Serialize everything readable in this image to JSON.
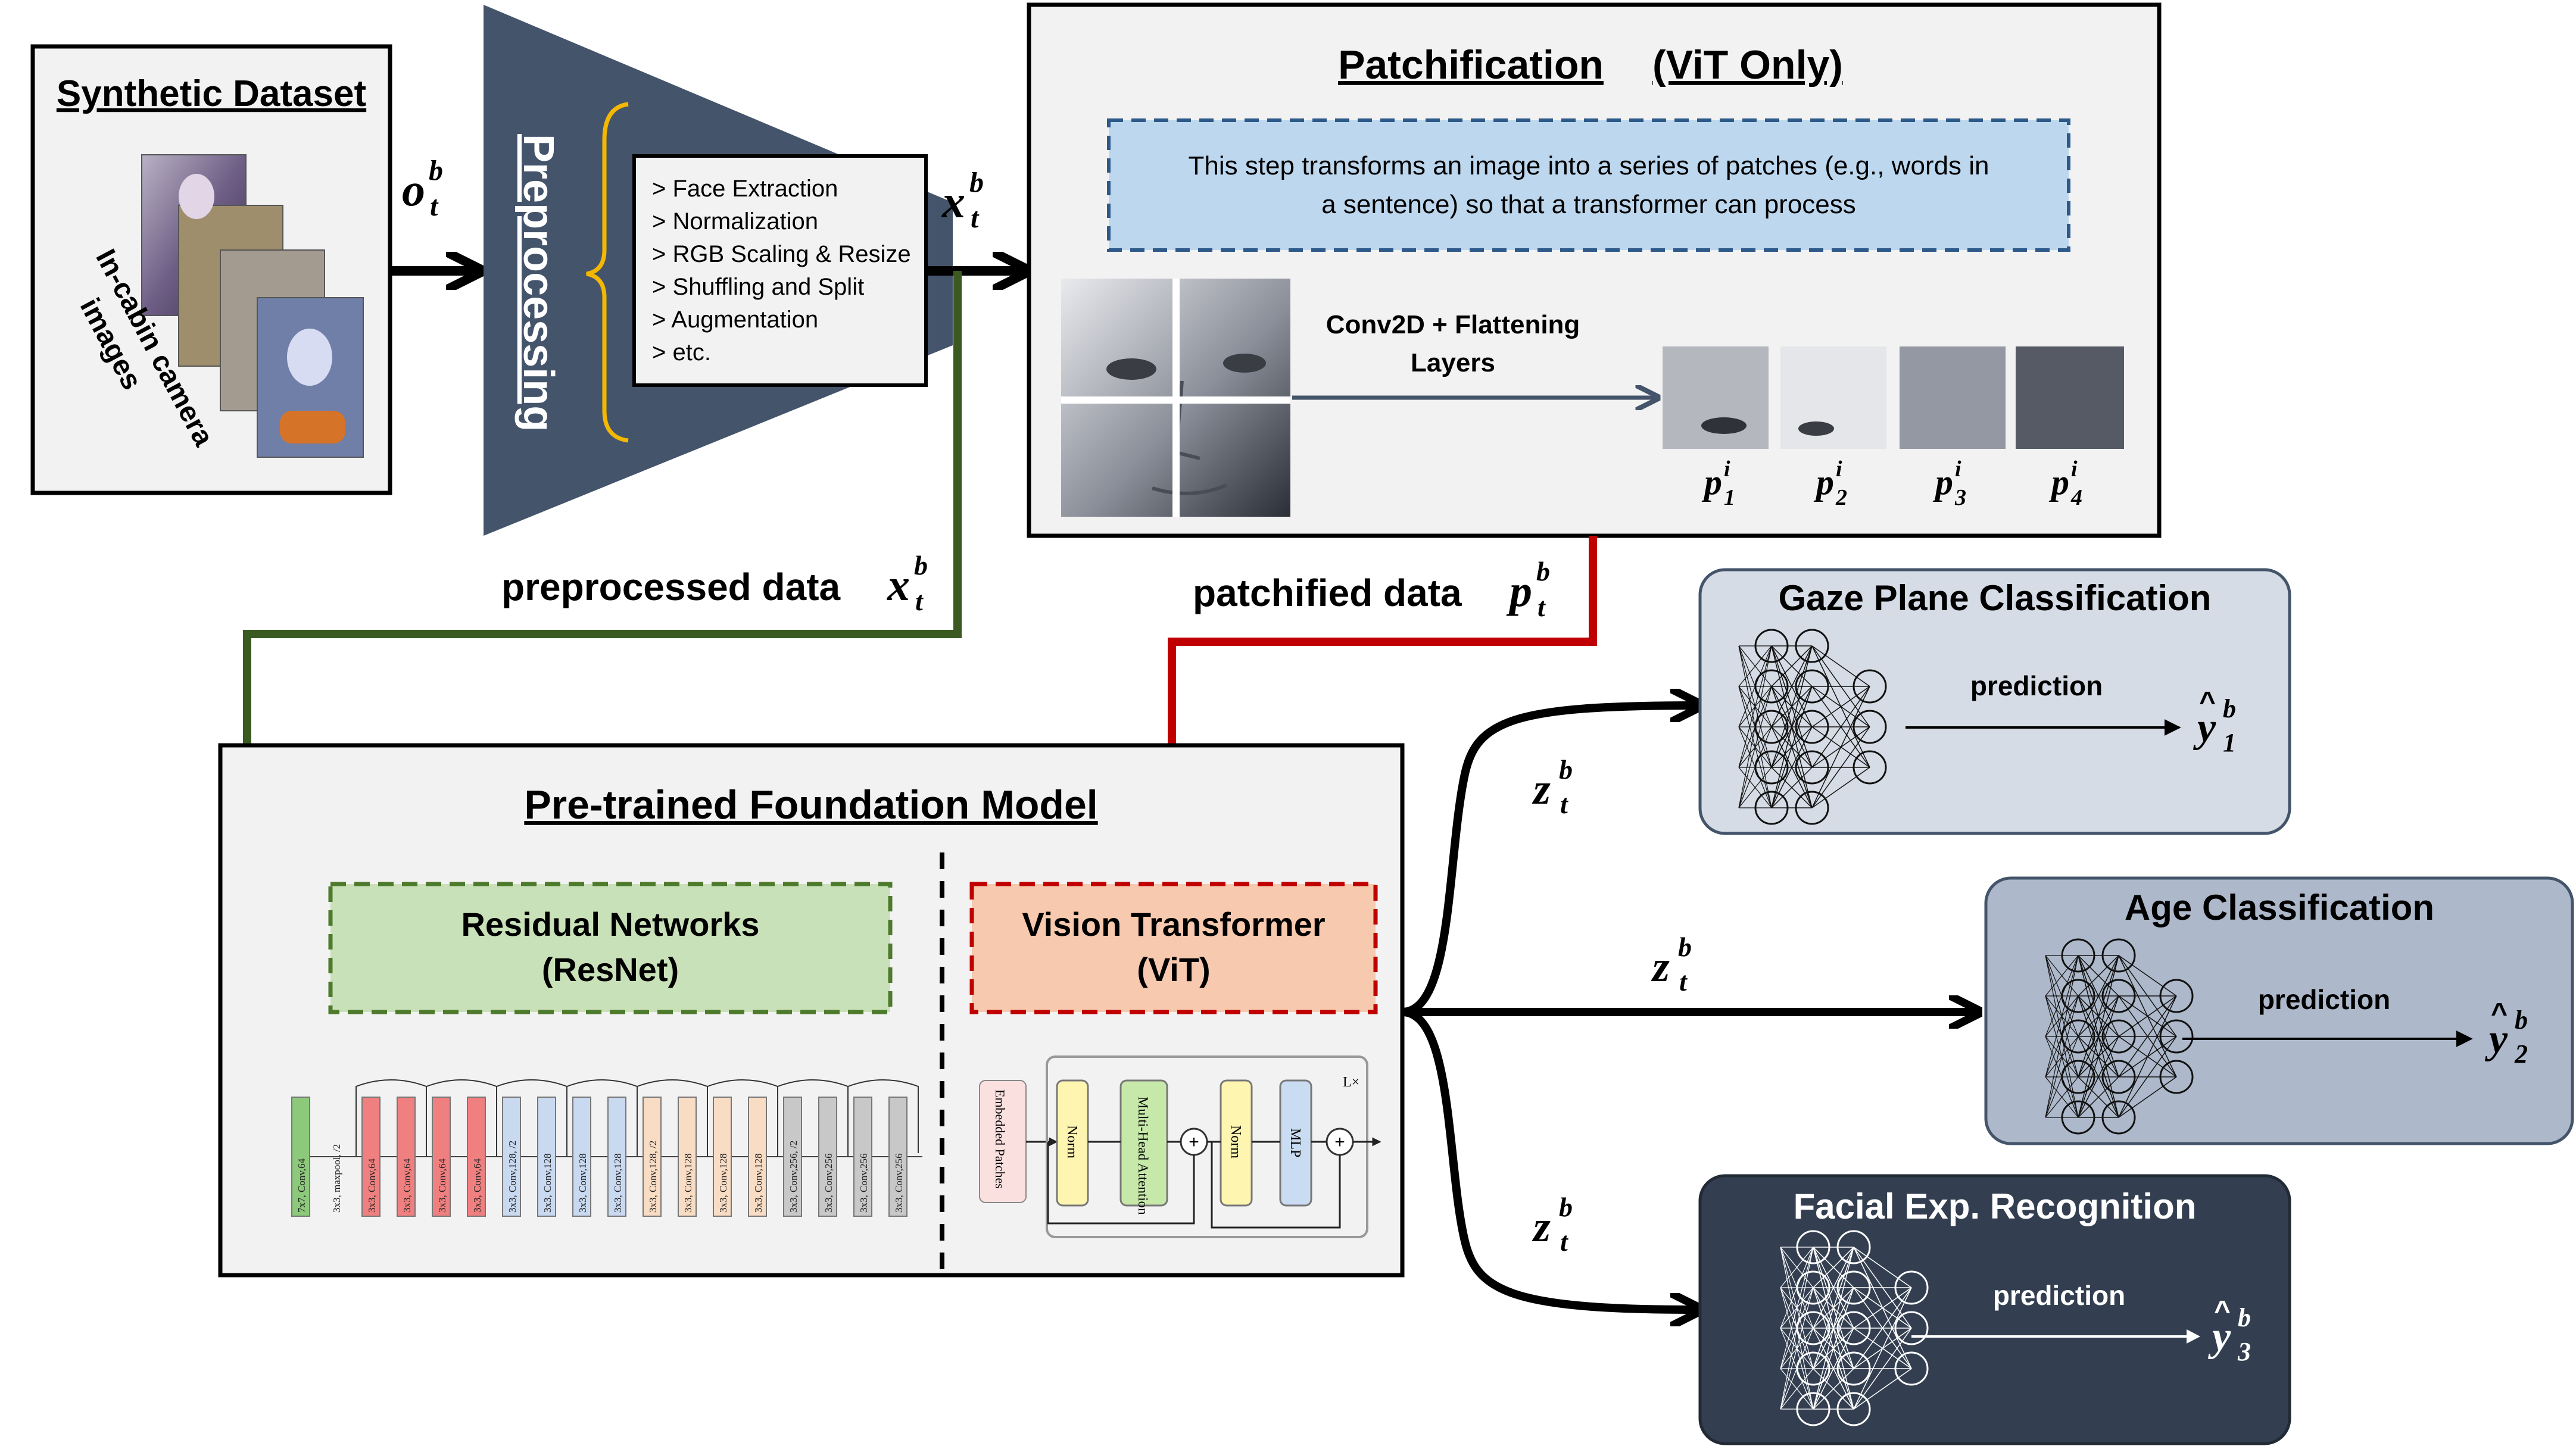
{
  "synthetic": {
    "title": "Synthetic Dataset",
    "caption": [
      "In-cabin camera",
      "images"
    ]
  },
  "labels": {
    "o_main": "o",
    "o_sup": "b",
    "o_sub": "t",
    "x_main": "x",
    "x_sup": "b",
    "x_sub": "t"
  },
  "preprocessing": {
    "title": "Preprocessing",
    "steps": [
      "> Face Extraction",
      "> Normalization",
      "> RGB Scaling & Resize",
      "> Shuffling and Split",
      "> Augmentation",
      "> etc."
    ]
  },
  "patchification": {
    "title": "Patchification",
    "subtitle": "(ViT Only)",
    "description": [
      "This step transforms an image into a series of patches (e.g., words in",
      "a sentence) so that a transformer can process"
    ],
    "conv_label": [
      "Conv2D + Flattening",
      "Layers"
    ],
    "patches": [
      {
        "main": "p",
        "sup": "i",
        "sub": "1"
      },
      {
        "main": "p",
        "sup": "i",
        "sub": "2"
      },
      {
        "main": "p",
        "sup": "i",
        "sub": "3"
      },
      {
        "main": "p",
        "sup": "i",
        "sub": "4"
      }
    ]
  },
  "flows": {
    "preprocessed": {
      "text": "preprocessed data ",
      "main": "x",
      "sup": "b",
      "sub": "t",
      "color": "#3a5a22"
    },
    "patchified": {
      "text": "patchified data ",
      "main": "p",
      "sup": "b",
      "sub": "t",
      "color": "#c00000"
    }
  },
  "foundation": {
    "title": "Pre-trained Foundation Model",
    "resnet": {
      "line1": "Residual Networks",
      "line2": "(ResNet)",
      "border": "#4e7a2c",
      "fill": "#c9e1b8"
    },
    "vit": {
      "line1": "Vision Transformer",
      "line2": "(ViT)",
      "border": "#c00000",
      "fill": "#f7c9ae"
    },
    "resnet_layers": [
      {
        "label": "7x7, Conv,64",
        "color": "#8cc97a"
      },
      {
        "label": "3x3, maxpool, /2",
        "color": "none"
      },
      {
        "label": "3x3, Conv,64",
        "color": "#f08080"
      },
      {
        "label": "3x3, Conv,64",
        "color": "#f08080"
      },
      {
        "label": "3x3, Conv,64",
        "color": "#f08080"
      },
      {
        "label": "3x3, Conv,64",
        "color": "#f08080"
      },
      {
        "label": "3x3, Conv,128, /2",
        "color": "#c9d9f0"
      },
      {
        "label": "3x3, Conv,128",
        "color": "#c9d9f0"
      },
      {
        "label": "3x3, Conv,128",
        "color": "#c9d9f0"
      },
      {
        "label": "3x3, Conv,128",
        "color": "#c9d9f0"
      },
      {
        "label": "3x3, Conv,128, /2",
        "color": "#f8dcc4"
      },
      {
        "label": "3x3, Conv,128",
        "color": "#f8dcc4"
      },
      {
        "label": "3x3, Conv,128",
        "color": "#f8dcc4"
      },
      {
        "label": "3x3, Conv,128",
        "color": "#f8dcc4"
      },
      {
        "label": "3x3, Conv,256, /2",
        "color": "#c8c8c8"
      },
      {
        "label": "3x3, Conv,256",
        "color": "#c8c8c8"
      },
      {
        "label": "3x3, Conv,256",
        "color": "#c8c8c8"
      },
      {
        "label": "3x3, Conv,256",
        "color": "#c8c8c8"
      }
    ],
    "vit_blocks": {
      "embedded": "Embedded Patches",
      "norm": "Norm",
      "attention": "Multi-Head Attention",
      "mlp": "MLP",
      "repeat": "L×",
      "plus": "+"
    }
  },
  "z_label": {
    "main": "z",
    "sup": "b",
    "sub": "t"
  },
  "heads": [
    {
      "title": "Gaze Plane Classification",
      "prediction": "prediction",
      "y_main": "y",
      "y_sup": "b",
      "y_sub": "1",
      "fill": "#d6dce5",
      "text": "#111111"
    },
    {
      "title": "Age Classification",
      "prediction": "prediction",
      "y_main": "y",
      "y_sup": "b",
      "y_sub": "2",
      "fill": "#adb9ca",
      "text": "#111111"
    },
    {
      "title": "Facial Exp. Recognition",
      "prediction": "prediction",
      "y_main": "y",
      "y_sup": "b",
      "y_sub": "3",
      "fill": "#333f50",
      "text": "#ffffff"
    }
  ]
}
